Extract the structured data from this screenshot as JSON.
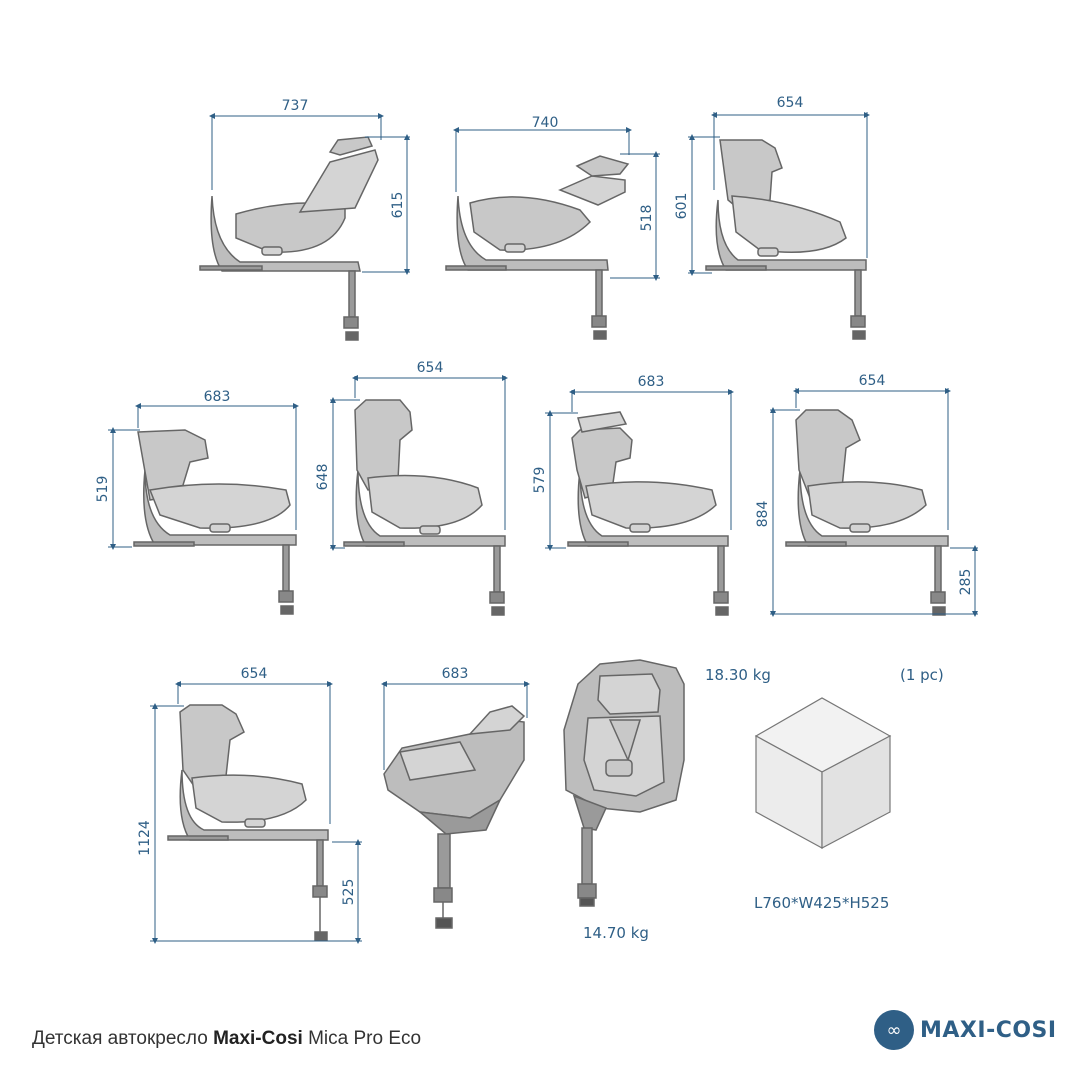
{
  "views": [
    {
      "id": "a",
      "width": "737",
      "height": "615"
    },
    {
      "id": "b",
      "width": "740",
      "height": "518"
    },
    {
      "id": "c",
      "width": "654",
      "height": "601"
    },
    {
      "id": "d",
      "width": "683",
      "height": "519"
    },
    {
      "id": "e",
      "width": "654",
      "height": "648"
    },
    {
      "id": "f",
      "width": "683",
      "height": "579"
    },
    {
      "id": "g",
      "width": "654",
      "height": "884",
      "base_height": "285"
    },
    {
      "id": "h",
      "width": "654",
      "height": "1124",
      "base_height": "525"
    },
    {
      "id": "i",
      "width": "683"
    }
  ],
  "seat_weight": "14.70 kg",
  "gross_weight": "18.30 kg",
  "package_count": "(1 pc)",
  "package_size": "L760*W425*H525",
  "footer": {
    "prefix": "Детская автокресло ",
    "brand": "Maxi-Cosi",
    "model": " Mica Pro Eco"
  },
  "logo": {
    "mark": "∞",
    "text": "MAXI-COSI"
  },
  "colors": {
    "dimension": "#2f5f86",
    "seat_fill": "#bdbdbd",
    "seat_light": "#d4d4d4",
    "outline": "#666666"
  }
}
